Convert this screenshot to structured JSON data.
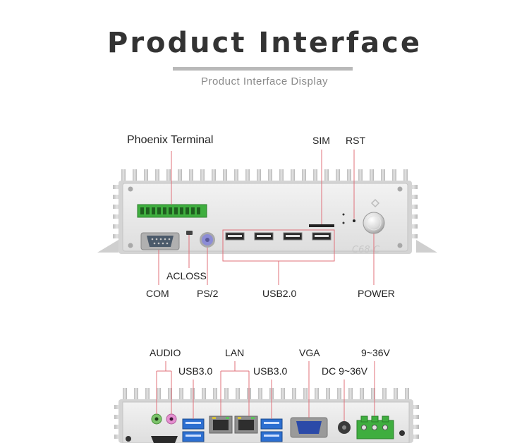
{
  "header": {
    "title": "Product Interface",
    "subtitle": "Product Interface Display"
  },
  "front_panel": {
    "labels": {
      "phoenix": "Phoenix Terminal",
      "sim": "SIM",
      "rst": "RST",
      "acloss": "ACLOSS",
      "com": "COM",
      "ps2": "PS/2",
      "usb20": "USB2.0",
      "power": "POWER"
    },
    "model_mark": "C68-C"
  },
  "rear_panel": {
    "labels": {
      "audio": "AUDIO",
      "usb30_left": "USB3.0",
      "lan": "LAN",
      "usb30_right": "USB3.0",
      "vga": "VGA",
      "dc": "DC 9~36V",
      "terminal_power": "9~36V"
    }
  },
  "colors": {
    "leader_line": "#e0707a",
    "chassis": "#e6e6e6",
    "fin": "#c9c9c9",
    "terminal_green": "#3fae3f",
    "usb3_blue": "#2c6fd1"
  }
}
